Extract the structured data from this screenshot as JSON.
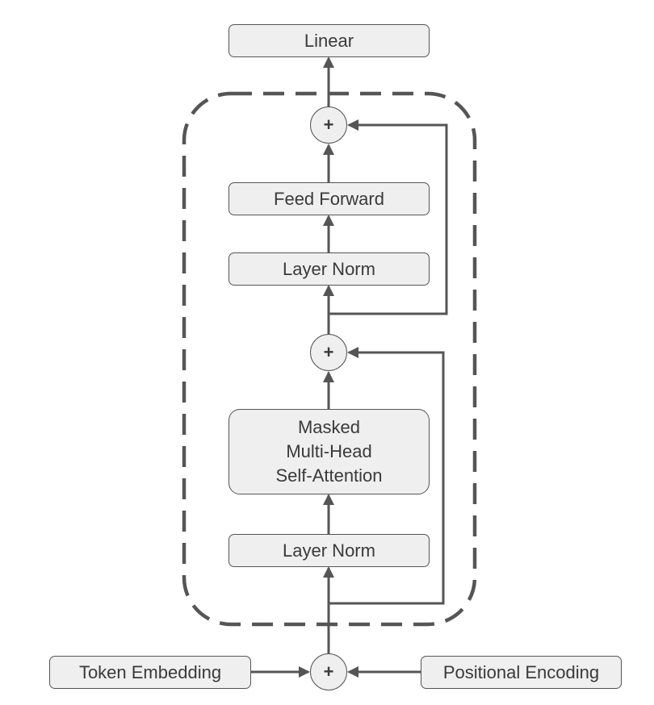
{
  "diagram": {
    "linear": "Linear",
    "feed_forward": "Feed Forward",
    "layer_norm_top": "Layer Norm",
    "attention_lines": [
      "Masked",
      "Multi-Head",
      "Self-Attention"
    ],
    "layer_norm_bottom": "Layer Norm",
    "token_embedding": "Token Embedding",
    "positional_encoding": "Positional Encoding",
    "add_symbol": "+"
  },
  "colors": {
    "line": "#555555",
    "box_fill": "#efefef",
    "text": "#3a3a3a"
  }
}
